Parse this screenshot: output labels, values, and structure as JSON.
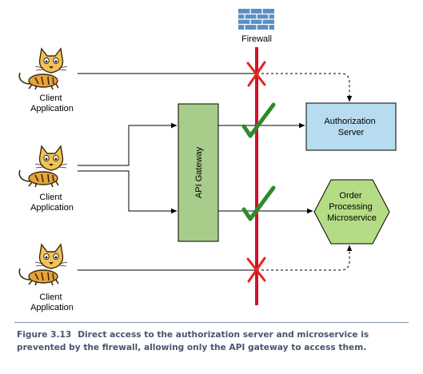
{
  "firewall": {
    "label": "Firewall"
  },
  "clients": [
    {
      "line1": "Client",
      "line2": "Application"
    },
    {
      "line1": "Client",
      "line2": "Application"
    },
    {
      "line1": "Client",
      "line2": "Application"
    }
  ],
  "gateway": {
    "label": "API Gateway"
  },
  "auth_server": {
    "line1": "Authorization",
    "line2": "Server"
  },
  "order_service": {
    "line1": "Order",
    "line2": "Processing",
    "line3": "Microservice"
  },
  "caption": {
    "figure_number": "Figure 3.13",
    "text": "Direct access to the authorization server and microservice is prevented by the firewall, allowing only the API gateway to access them."
  },
  "colors": {
    "firewall_line": "#d4102a",
    "blocked_x": "#e5241b",
    "allowed_check": "#2f8a2a",
    "gateway_fill": "#a8cc8a",
    "auth_fill": "#b7dcef",
    "service_fill": "#b4dc84"
  }
}
